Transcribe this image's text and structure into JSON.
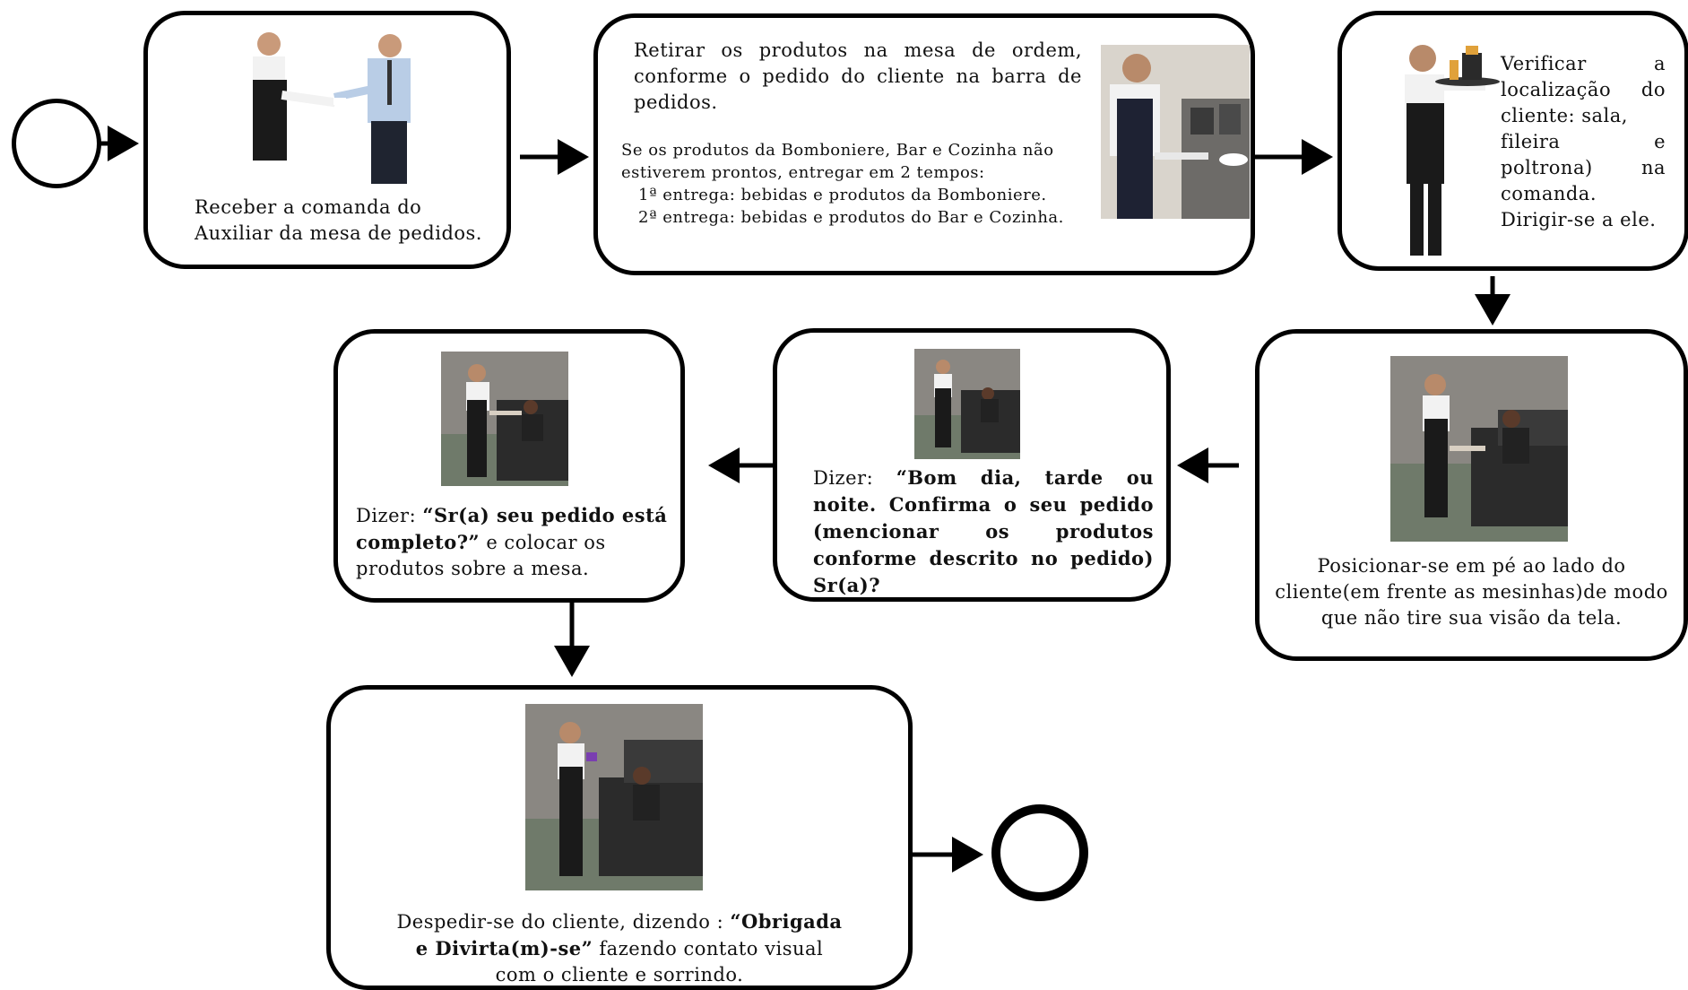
{
  "colors": {
    "line": "#000000",
    "uniform_dark": "#1a1a1a",
    "shirt_white": "#f2f2f2",
    "shirt_blue": "#b9cde6",
    "skin": "#c99a7a",
    "seat_dark": "#2b2b2b",
    "carpet": "#6f7a6a",
    "wall": "#8a8782"
  },
  "steps": {
    "receive": {
      "line1": "Receber a comanda do",
      "line2": "Auxiliar da mesa de pedidos."
    },
    "pickup": {
      "main": "Retirar os produtos na mesa de ordem, conforme o pedido do cliente na barra de pedidos.",
      "note1": "Se os produtos da Bomboniere, Bar e Cozinha não",
      "note2": "estiverem prontos, entregar em 2 tempos:",
      "note3": "1ª entrega: bebidas e produtos da Bomboniere.",
      "note4": "2ª entrega: bebidas e produtos do Bar e Cozinha."
    },
    "locate": {
      "line1": "Verificar a",
      "line2": "localização do",
      "line3": "cliente: sala,",
      "line4": "fileira e",
      "line5": "poltrona) na",
      "line6": "comanda.",
      "line7": "Dirigir-se a ele."
    },
    "position": {
      "line1": "Posicionar-se em pé ao lado do",
      "line2": "cliente(em frente as mesinhas)de modo",
      "line3": "que não tire sua visão da tela."
    },
    "greet": {
      "prefix": "Dizer:",
      "bold": "“Bom dia, tarde ou noite. Confirma o seu pedido (mencionar os produtos conforme descrito no pedido) Sr(a)?"
    },
    "complete": {
      "prefix": "Dizer:",
      "bold": "“Sr(a) seu pedido está completo?”",
      "rest": "e colocar os produtos sobre a mesa."
    },
    "farewell": {
      "line1_plain": "Despedir-se do cliente, dizendo :",
      "line1_bold": "“Obrigada",
      "line2_bold": "e Divirta(m)-se”",
      "line2_plain": "fazendo contato visual",
      "line3": "com o  cliente e sorrindo."
    }
  }
}
